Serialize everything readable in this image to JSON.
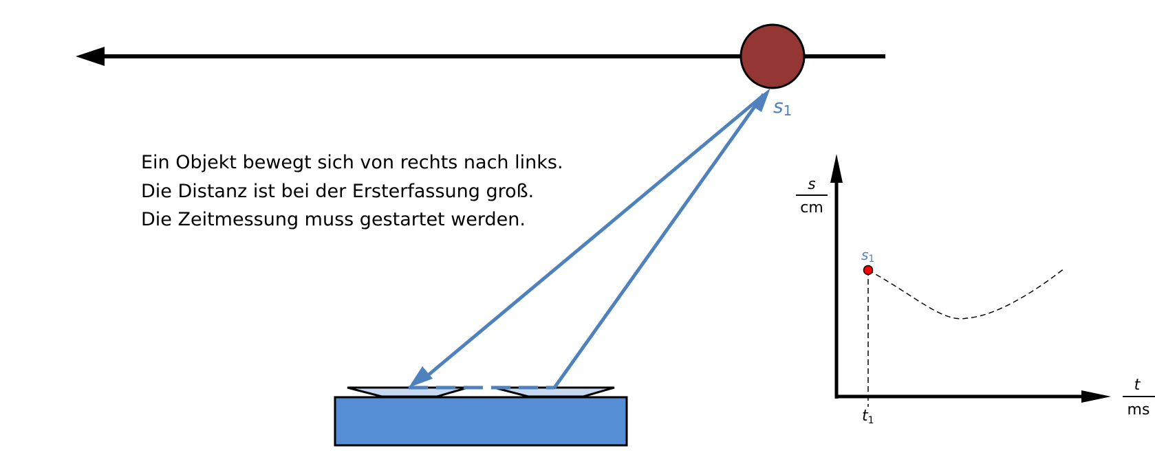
{
  "description": {
    "lines": [
      "Ein Objekt bewegt sich von rechts nach links.",
      "Die Distanz ist bei der Ersterfassung groß.",
      "Die Zeitmessung muss gestartet werden."
    ]
  },
  "object": {
    "label_var": "s",
    "label_sub": "1",
    "color": "#943634",
    "motion_direction": "right-to-left"
  },
  "sensor": {
    "base_color": "#558ed5",
    "transducer_color": "#c6d9f1",
    "beam_color": "#4f81bd"
  },
  "graph": {
    "y_axis": {
      "var": "s",
      "unit": "cm"
    },
    "x_axis": {
      "var": "t",
      "unit": "ms"
    },
    "point": {
      "label_var": "s",
      "label_sub": "1",
      "color": "#ff0000"
    },
    "tick": {
      "label_var": "t",
      "label_sub": "1"
    }
  }
}
